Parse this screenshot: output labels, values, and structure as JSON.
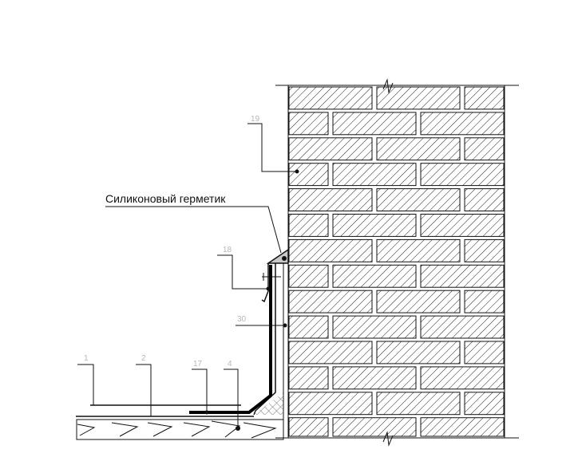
{
  "title_label": "Силиконовый герметик",
  "callouts": {
    "c19": "19",
    "c18": "18",
    "c30": "30",
    "c1": "1",
    "c2": "2",
    "c17": "17",
    "c4": "4"
  },
  "colors": {
    "line": "#111111",
    "callout_text": "#b8b8b8",
    "sealant": "#c8c8c8"
  }
}
